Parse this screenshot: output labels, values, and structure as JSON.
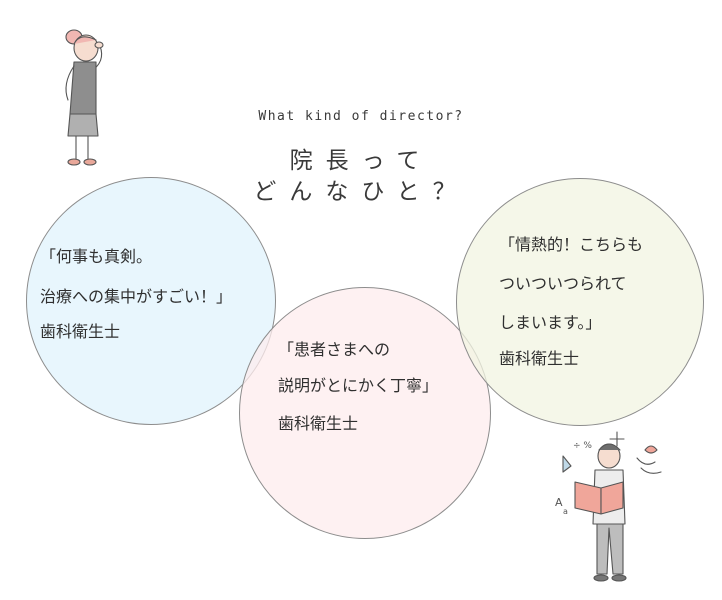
{
  "header": {
    "subtitle": "What kind of director?",
    "title_line1": "院長って",
    "title_line2": "どんなひと？"
  },
  "bubbles": [
    {
      "lines": [
        "「何事も真剣。",
        "治療への集中がすごい！」",
        "歯科衛生士"
      ],
      "color": "#e4f4fd"
    },
    {
      "lines": [
        "「患者さまへの",
        "説明がとにかく丁寧」",
        "歯科衛生士"
      ],
      "color": "#fdecee"
    },
    {
      "lines": [
        "「情熱的！こちらも",
        "ついついつられて",
        "しまいます。」",
        "歯科衛生士"
      ],
      "color": "#f1f4e2"
    }
  ]
}
